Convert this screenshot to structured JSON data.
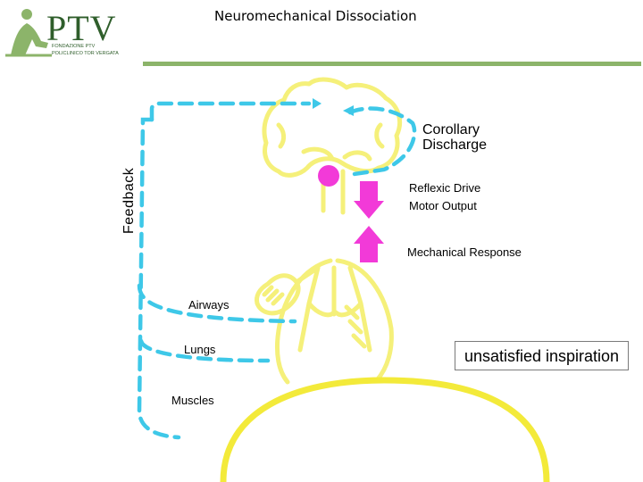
{
  "title": "Neuromechanical Dissociation",
  "logo": {
    "name": "PTV",
    "subtitle_line1": "FONDAZIONE PTV",
    "subtitle_line2": "POLICLINICO TOR VERGATA"
  },
  "labels": {
    "corollary_line1": "Corollary",
    "corollary_line2": "Discharge",
    "feedback": "Feedback",
    "reflexic_drive": "Reflexic Drive",
    "motor_output": "Motor Output",
    "mechanical_response": "Mechanical Response",
    "airways": "Airways",
    "lungs": "Lungs",
    "muscles": "Muscles",
    "unsatisfied": "unsatisfied inspiration"
  },
  "colors": {
    "brand_green": "#2f5e2b",
    "rule_green": "#8cb46a",
    "anatomy_yellow": "#f5f07a",
    "diaphragm_yellow": "#f3ea3a",
    "feedback_cyan": "#3ec8e8",
    "arrow_magenta": "#f23ad8"
  }
}
